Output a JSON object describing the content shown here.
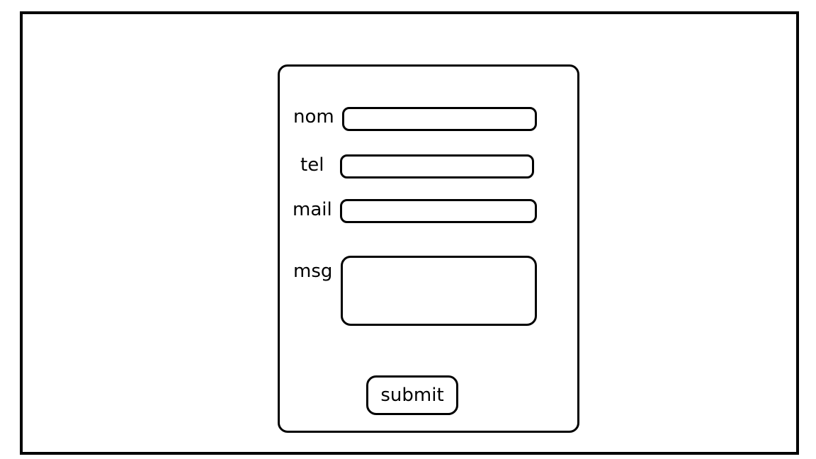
{
  "form": {
    "fields": [
      {
        "label": "nom"
      },
      {
        "label": "tel"
      },
      {
        "label": "mail"
      },
      {
        "label": "msg"
      }
    ],
    "submit_label": "submit"
  }
}
